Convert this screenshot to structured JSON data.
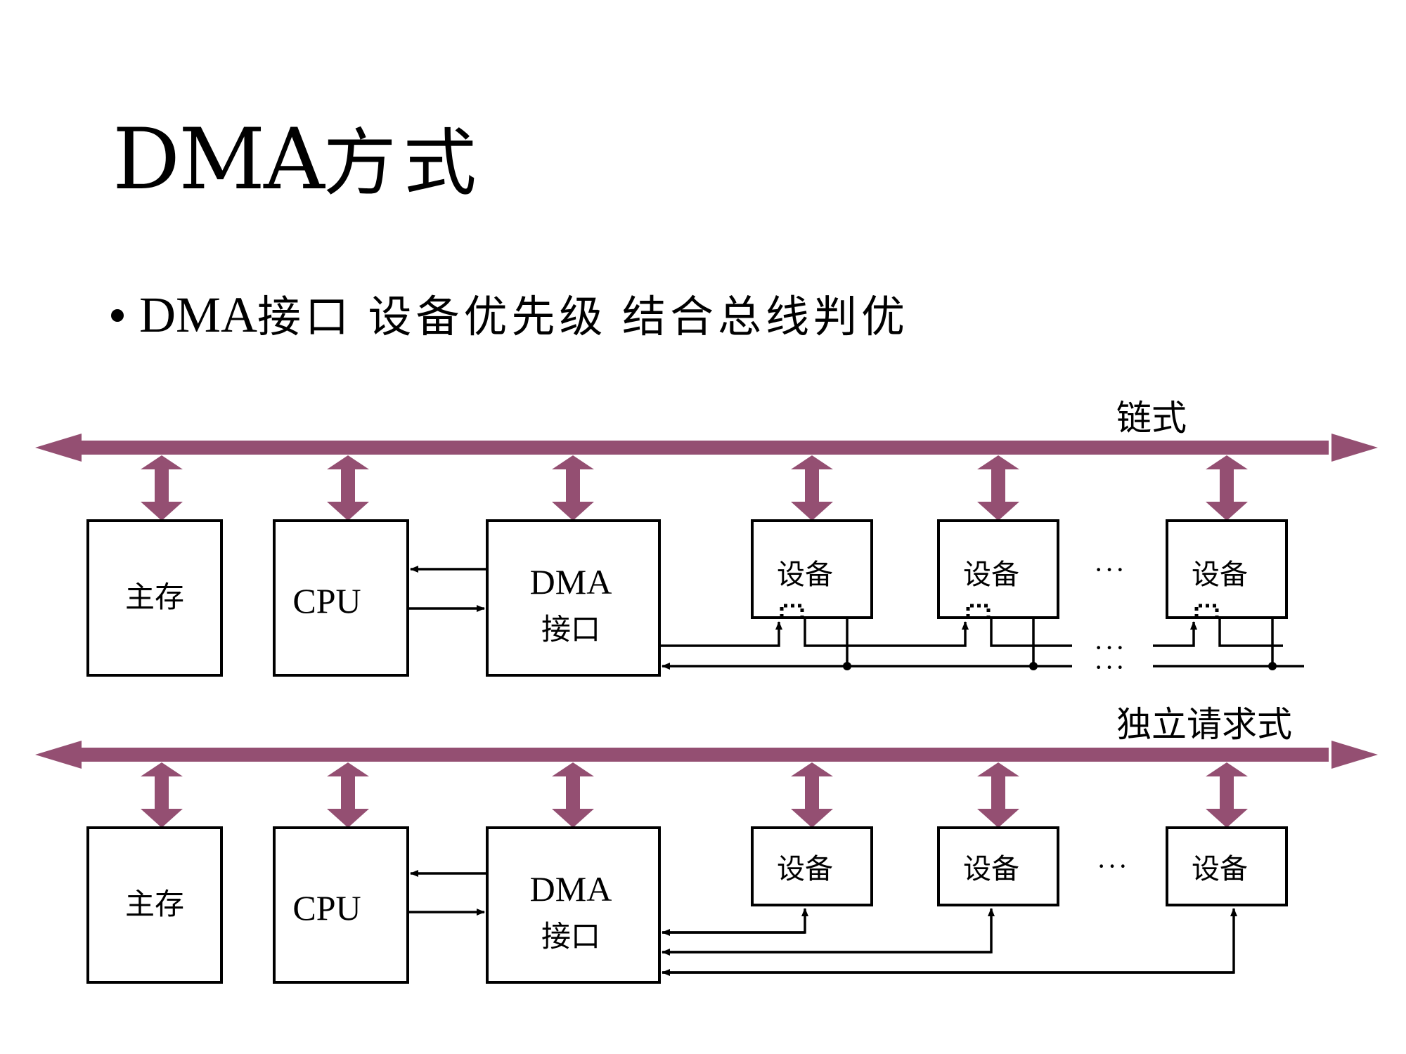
{
  "title": {
    "prefix": "DMA",
    "suffix": "方式"
  },
  "bullet": {
    "prefix": "DMA",
    "text": "接口 设备优先级 结合总线判优"
  },
  "diagrams": [
    {
      "mode_label": "链式",
      "memory_label": "主存",
      "cpu_label": "CPU",
      "dma_label_line1": "DMA",
      "dma_label_line2": "接口",
      "device_labels": [
        "设备",
        "设备",
        "设备"
      ],
      "ellipsis": "···"
    },
    {
      "mode_label": "独立请求式",
      "memory_label": "主存",
      "cpu_label": "CPU",
      "dma_label_line1": "DMA",
      "dma_label_line2": "接口",
      "device_labels": [
        "设备",
        "设备",
        "设备"
      ],
      "ellipsis": "···"
    }
  ],
  "colors": {
    "bus": "#944f72",
    "line": "#000000",
    "background": "#ffffff"
  }
}
